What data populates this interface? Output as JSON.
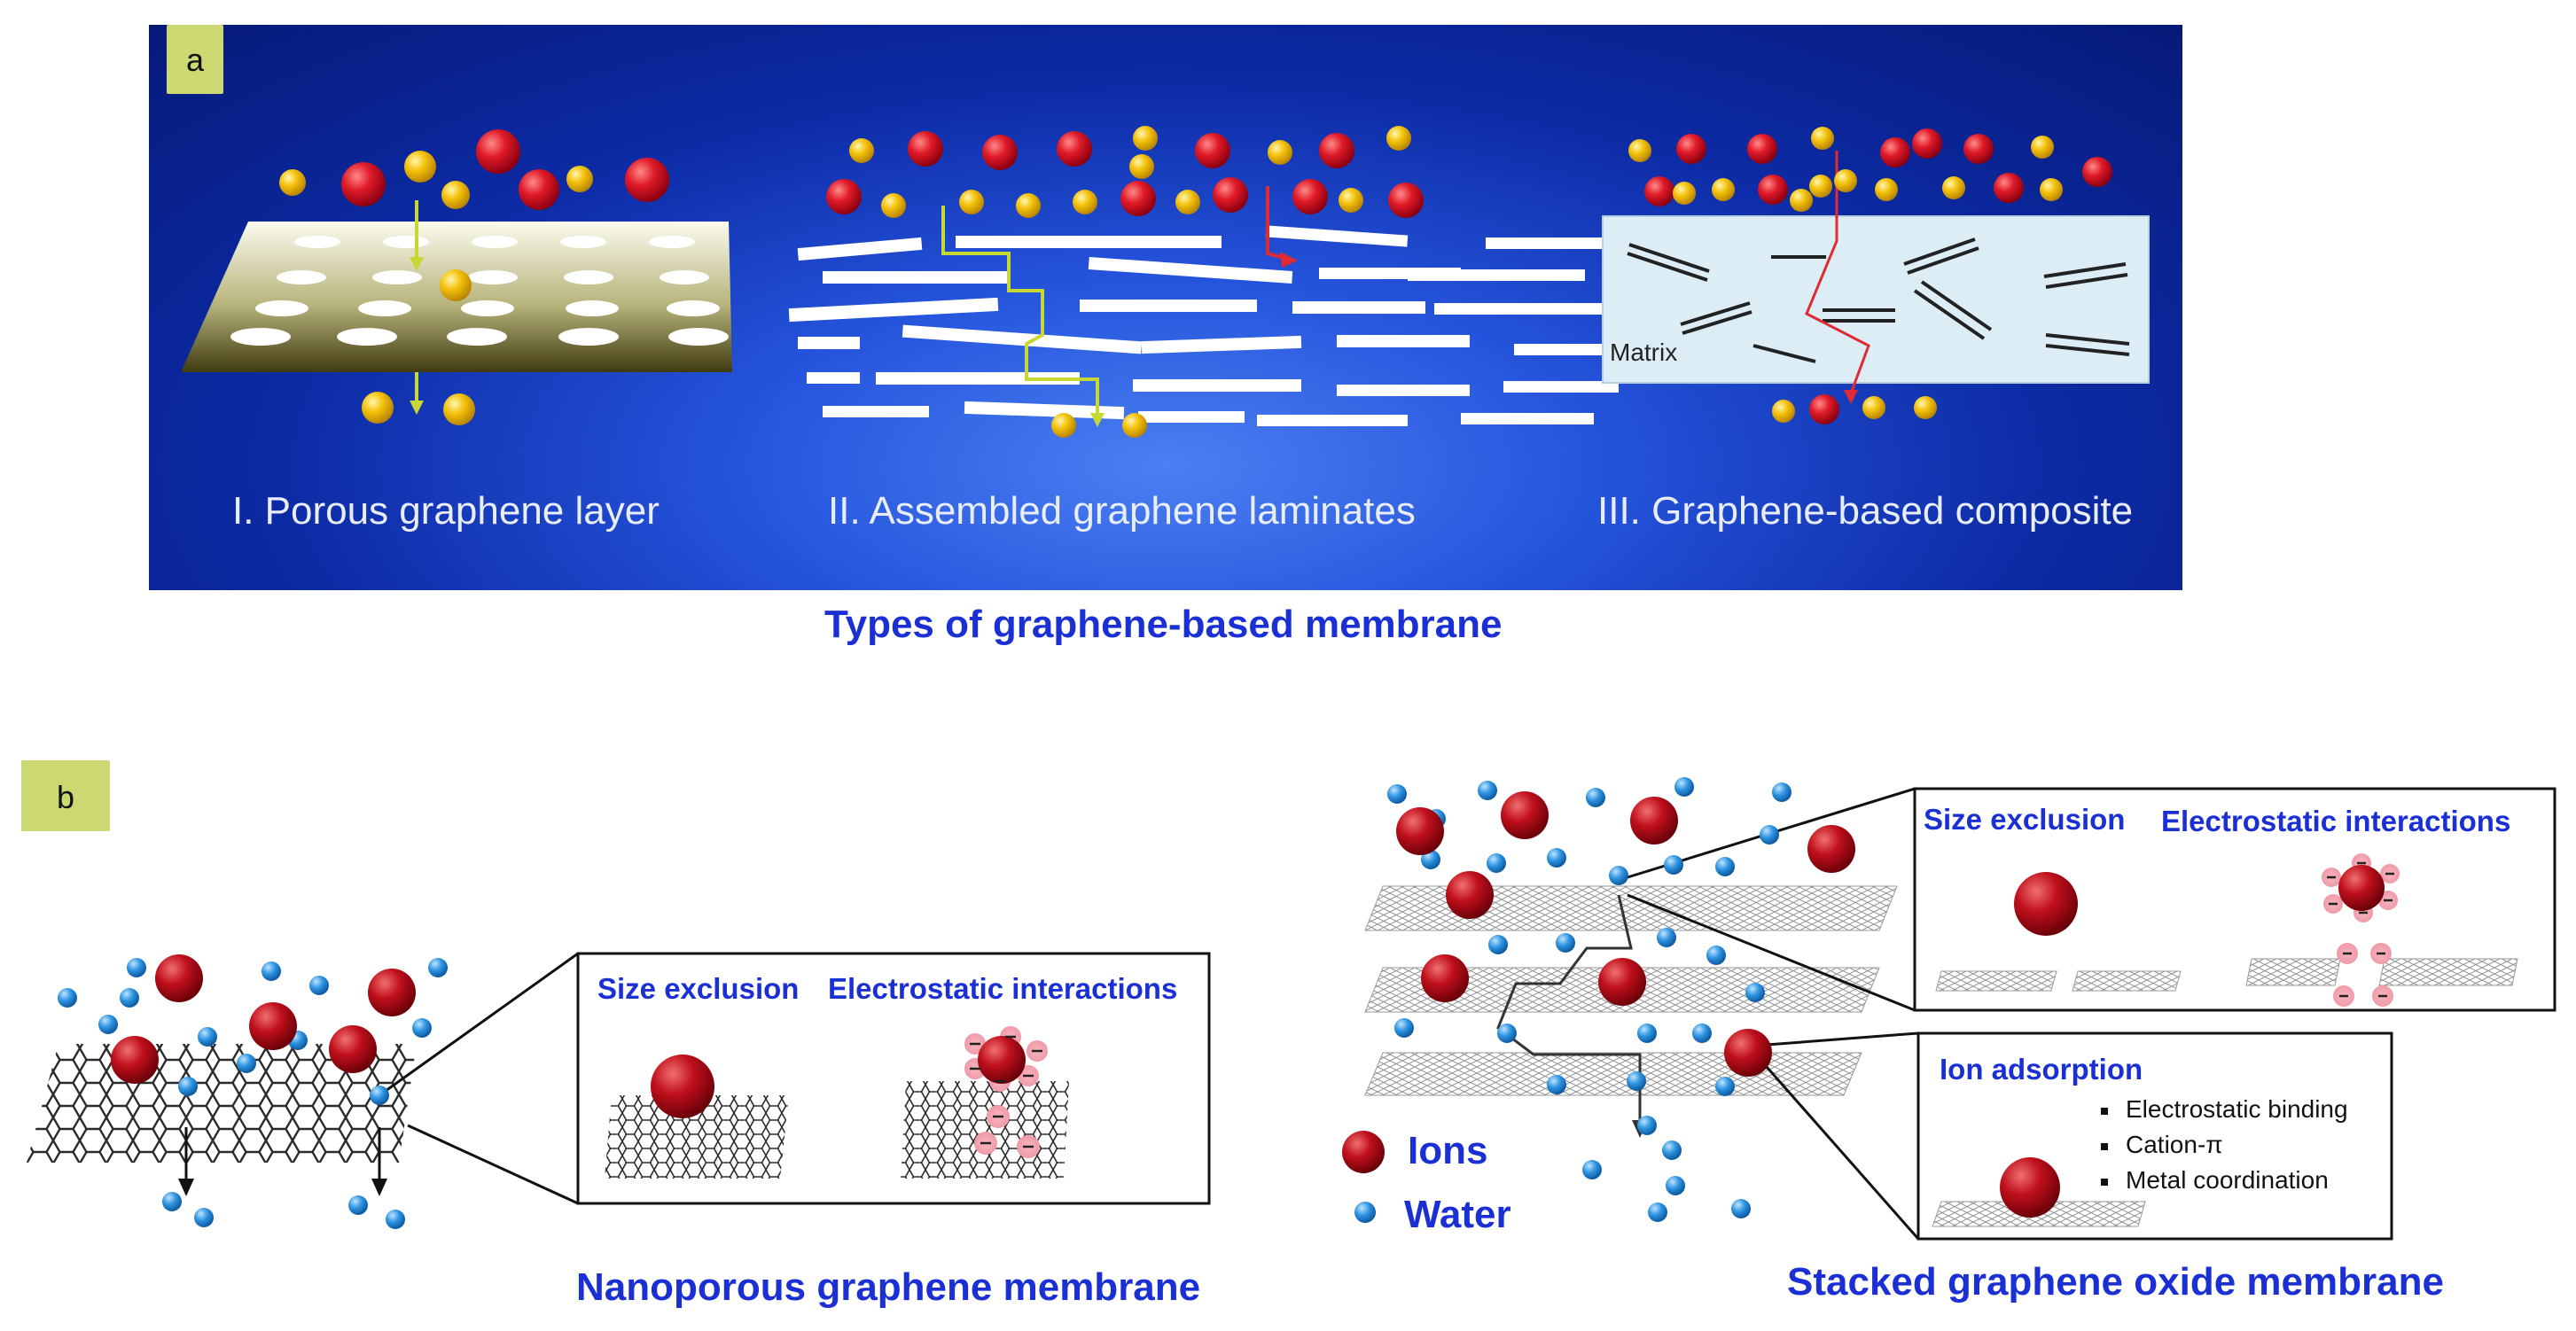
{
  "panel_a": {
    "tag": "a",
    "stages": [
      {
        "label": "I. Porous graphene layer"
      },
      {
        "label": "II. Assembled graphene laminates"
      },
      {
        "label": "III. Graphene-based composite"
      }
    ],
    "matrix_label": "Matrix",
    "caption": "Types of graphene-based membrane"
  },
  "panel_b": {
    "tag": "b",
    "nanoporous": {
      "caption": "Nanoporous graphene membrane",
      "size_exclusion": "Size exclusion",
      "electrostatic": "Electrostatic interactions"
    },
    "stacked": {
      "caption": "Stacked graphene oxide membrane",
      "size_exclusion": "Size exclusion",
      "electrostatic": "Electrostatic interactions",
      "ion_adsorption": "Ion adsorption",
      "mechanisms": [
        "Electrostatic binding",
        "Cation-π",
        "Metal coordination"
      ]
    },
    "legend": {
      "ions": "Ions",
      "water": "Water"
    }
  },
  "colors": {
    "ion": "#c8101e",
    "water": "#2b8fe0",
    "yellow_ion": "#f2c40c",
    "text_blue": "#1b30d4"
  }
}
